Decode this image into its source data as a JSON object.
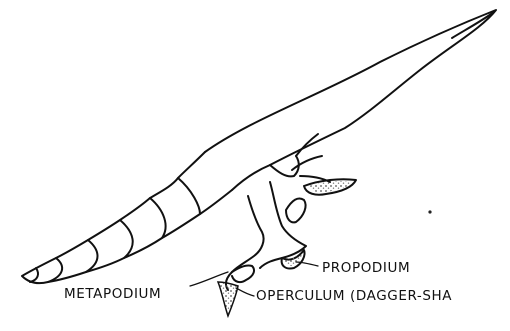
{
  "diagram": {
    "labels": {
      "metapodium": "METAPODIUM",
      "propodium": "PROPODIUM",
      "operculum": "OPERCULUM (DAGGER-SHA"
    },
    "colors": {
      "ink": "#111111",
      "paper": "#ffffff",
      "stipple": "#777777"
    }
  }
}
